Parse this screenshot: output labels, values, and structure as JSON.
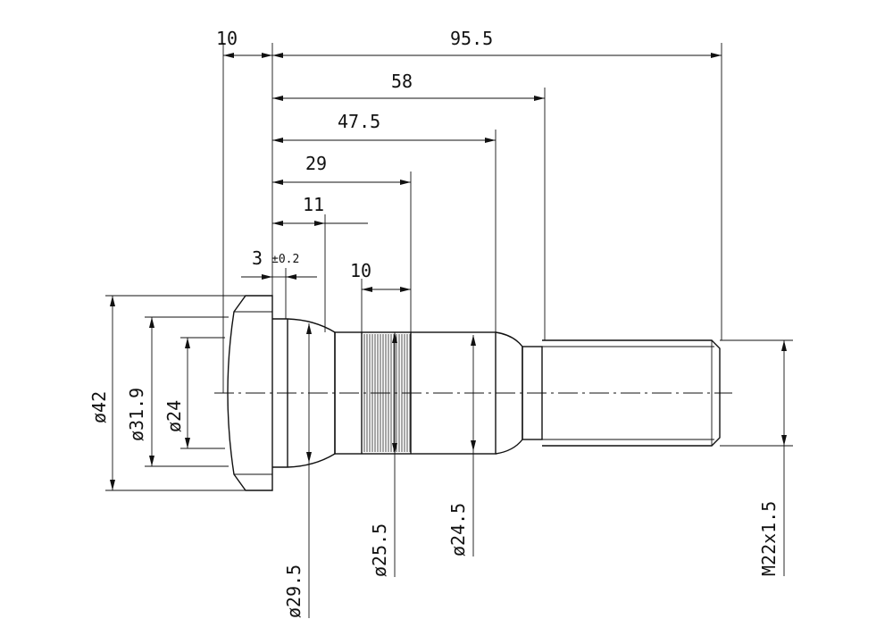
{
  "dimensions": {
    "len_10_top": "10",
    "len_95_5": "95.5",
    "len_58": "58",
    "len_47_5": "47.5",
    "len_29": "29",
    "len_11": "11",
    "len_3": "3",
    "tol_3": "±0.2",
    "len_10_knurl": "10",
    "dia_42": "ø42",
    "dia_31_9": "ø31.9",
    "dia_24": "ø24",
    "dia_29_5": "ø29.5",
    "dia_25_5": "ø25.5",
    "dia_24_5": "ø24.5",
    "thread": "M22x1.5"
  },
  "colors": {
    "line": "#111111",
    "background": "#ffffff"
  }
}
